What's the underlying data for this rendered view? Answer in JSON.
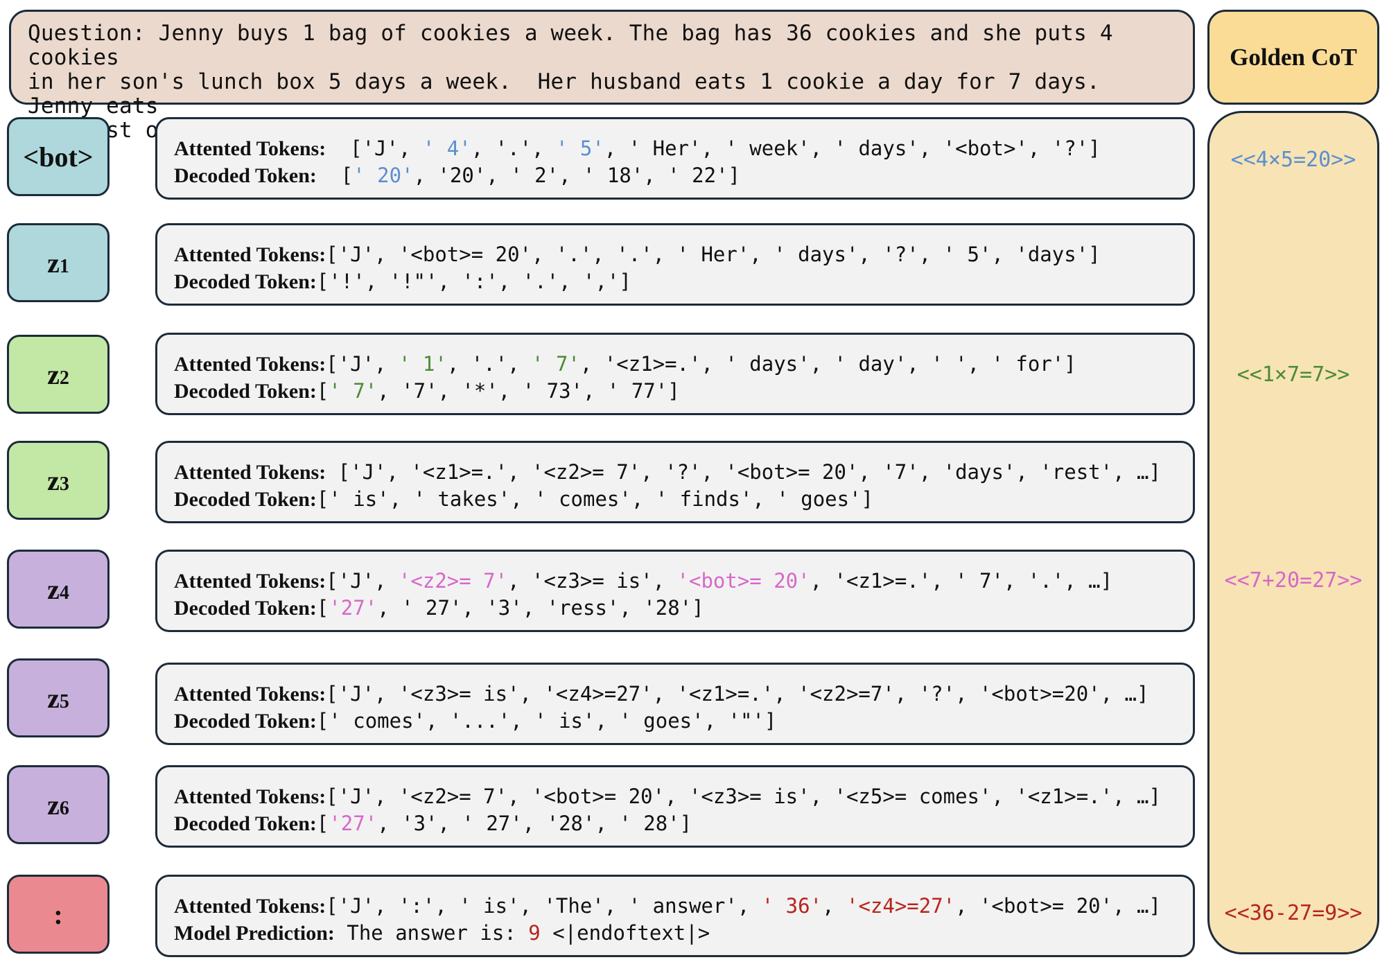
{
  "question": "Question: Jenny buys 1 bag of cookies a week. The bag has 36 cookies and she puts 4 cookies\nin her son's lunch box 5 days a week.  Her husband eats 1 cookie a day for 7 days. Jenny eats\nthe rest of the cookies. How many cookies does Jenny eat?",
  "golden_header": "Golden CoT",
  "golden_cot": [
    "<<4×5=20>>",
    "<<1×7=7>>",
    "<<7+20=27>>",
    "<<36-27=9>>"
  ],
  "colors": {
    "blue": "#5b8fcf",
    "green": "#4a8c32",
    "pink": "#d668c9",
    "red": "#b8241c"
  },
  "rows": [
    {
      "label": "<bot>",
      "sub": "",
      "color": "teal",
      "l1_label": "Attented Tokens:",
      "l1": [
        [
          "  ['J', ",
          ""
        ],
        [
          "' 4'",
          "blue"
        ],
        [
          ", '.', ",
          ""
        ],
        [
          "' 5'",
          "blue"
        ],
        [
          ", ' Her', ' week', ' days', '<bot>', '?']",
          ""
        ]
      ],
      "l2_label": "Decoded Token:",
      "l2": [
        [
          "  [",
          ""
        ],
        [
          "' 20'",
          "blue"
        ],
        [
          ", '20', ' 2', ' 18', ' 22']",
          ""
        ]
      ]
    },
    {
      "label": "z",
      "sub": "1",
      "color": "teal",
      "l1_label": "Attented Tokens:",
      "l1": [
        [
          "['J', '<bot>= 20', '.', '.', ' Her', ' days', '?', ' 5', 'days']",
          ""
        ]
      ],
      "l2_label": "Decoded Token:",
      "l2": [
        [
          "['!', '!\"', ':', '.', ',']",
          ""
        ]
      ]
    },
    {
      "label": "z",
      "sub": "2",
      "color": "green",
      "l1_label": "Attented Tokens:",
      "l1": [
        [
          "['J', ",
          ""
        ],
        [
          "' 1'",
          "grn"
        ],
        [
          ", '.', ",
          ""
        ],
        [
          "' 7'",
          "grn"
        ],
        [
          ", '<z1>=.', ' days', ' day', ' ', ' for']",
          ""
        ]
      ],
      "l2_label": "Decoded Token:",
      "l2": [
        [
          "[",
          ""
        ],
        [
          "' 7'",
          "grn"
        ],
        [
          ", '7', '*', ' 73', ' 77']",
          ""
        ]
      ]
    },
    {
      "label": "z",
      "sub": "3",
      "color": "green",
      "l1_label": "Attented Tokens:",
      "l1": [
        [
          " ['J', '<z1>=.', '<z2>= 7', '?', '<bot>= 20', '7', 'days', 'rest', …]",
          ""
        ]
      ],
      "l2_label": "Decoded Token:",
      "l2": [
        [
          "[' is', ' takes', ' comes', ' finds', ' goes']",
          ""
        ]
      ]
    },
    {
      "label": "z",
      "sub": "4",
      "color": "purple",
      "l1_label": "Attented Tokens:",
      "l1": [
        [
          "['J', ",
          ""
        ],
        [
          "'<z2>= 7'",
          "pink"
        ],
        [
          ", '<z3>= is', ",
          ""
        ],
        [
          "'<bot>= 20'",
          "pink"
        ],
        [
          ", '<z1>=.', ' 7', '.', …]",
          ""
        ]
      ],
      "l2_label": "Decoded Token:",
      "l2": [
        [
          "[",
          ""
        ],
        [
          "'27'",
          "pink"
        ],
        [
          ", ' 27', '3', 'ress', '28']",
          ""
        ]
      ]
    },
    {
      "label": "z",
      "sub": "5",
      "color": "purple",
      "l1_label": "Attented Tokens:",
      "l1": [
        [
          "['J', '<z3>= is', '<z4>=27', '<z1>=.', '<z2>=7', '?', '<bot>=20', …]",
          ""
        ]
      ],
      "l2_label": "Decoded Token:",
      "l2": [
        [
          "[' comes', '...', ' is', ' goes', '\"']",
          ""
        ]
      ]
    },
    {
      "label": "z",
      "sub": "6",
      "color": "purple",
      "l1_label": "Attented Tokens:",
      "l1": [
        [
          "['J', '<z2>= 7', '<bot>= 20', '<z3>= is', '<z5>= comes', '<z1>=.', …]",
          ""
        ]
      ],
      "l2_label": "Decoded Token:",
      "l2": [
        [
          "[",
          ""
        ],
        [
          "'27'",
          "pink"
        ],
        [
          ", '3', ' 27', '28', ' 28']",
          ""
        ]
      ]
    },
    {
      "label": ":",
      "sub": "",
      "color": "red",
      "l1_label": "Attented Tokens:",
      "l1": [
        [
          "['J', ':', ' is', 'The', ' answer', ",
          ""
        ],
        [
          "' 36'",
          "dred"
        ],
        [
          ", ",
          ""
        ],
        [
          "'<z4>=27'",
          "dred"
        ],
        [
          ", '<bot>= 20', …]",
          ""
        ]
      ],
      "l2_label": "Model Prediction:",
      "l2": [
        [
          " The answer is: ",
          ""
        ],
        [
          "9",
          "dred"
        ],
        [
          " <|endoftext|>",
          ""
        ]
      ]
    }
  ]
}
